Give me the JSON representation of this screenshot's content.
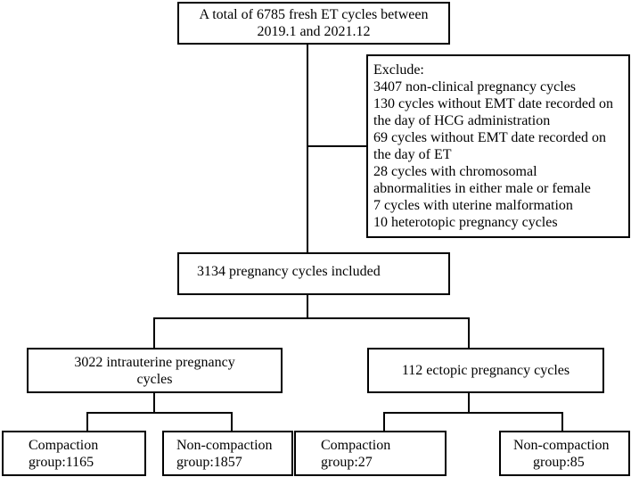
{
  "flowchart": {
    "top_box": {
      "lines": [
        "A total of 6785 fresh ET cycles between",
        "2019.1 and 2021.12"
      ]
    },
    "exclude_box": {
      "lines": [
        "Exclude:",
        "3407 non-clinical  pregnancy cycles",
        "130 cycles without EMT date recorded on",
        "the day of HCG administration",
        "69 cycles without EMT date recorded on",
        "the day of ET",
        "28 cycles with chromosomal",
        "abnormalities in either male or female",
        "7 cycles with uterine malformation",
        "10 heterotopic pregnancy cycles"
      ]
    },
    "included_box": {
      "lines": [
        "3134 pregnancy cycles  included"
      ]
    },
    "intrauterine_box": {
      "lines": [
        "3022 intrauterine  pregnancy",
        "cycles"
      ]
    },
    "ectopic_box": {
      "lines": [
        "112 ectopic pregnancy cycles"
      ]
    },
    "leaf_boxes": [
      {
        "lines": [
          "Compaction",
          "group:1165"
        ]
      },
      {
        "lines": [
          "Non-compaction",
          "group:1857"
        ]
      },
      {
        "lines": [
          "Compaction",
          "group:27"
        ]
      },
      {
        "lines": [
          "Non-compaction",
          "group:85"
        ]
      }
    ]
  }
}
